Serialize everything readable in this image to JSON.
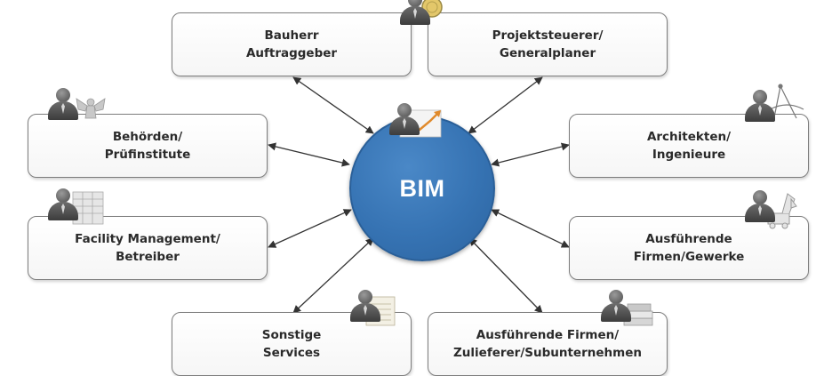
{
  "hub": {
    "label": "BIM",
    "color": "#3673b3"
  },
  "nodes": {
    "bauherr": {
      "line1": "Bauherr",
      "line2": "Auftraggeber",
      "icon": "person-with-coin-icon"
    },
    "projektsteuerer": {
      "line1": "Projektsteuerer/",
      "line2": "Generalplaner",
      "icon": "person-icon"
    },
    "behoerden": {
      "line1": "Behörden/",
      "line2": "Prüfinstitute",
      "icon": "person-with-eagle-icon"
    },
    "architekten": {
      "line1": "Architekten/",
      "line2": "Ingenieure",
      "icon": "person-with-compass-icon"
    },
    "facility": {
      "line1": "Facility Management/",
      "line2": "Betreiber",
      "icon": "person-with-building-icon"
    },
    "ausfuehrende": {
      "line1": "Ausführende",
      "line2": "Firmen/Gewerke",
      "icon": "person-with-excavator-icon"
    },
    "sonstige": {
      "line1": "Sonstige",
      "line2": "Services",
      "icon": "person-with-document-icon"
    },
    "zulieferer": {
      "line1": "Ausführende Firmen/",
      "line2": "Zulieferer/Subunternehmen",
      "icon": "person-with-books-icon"
    }
  },
  "hub_icon": "person-with-chart-icon",
  "colors": {
    "arrow": "#333333",
    "box_border": "#7d7d7d"
  }
}
